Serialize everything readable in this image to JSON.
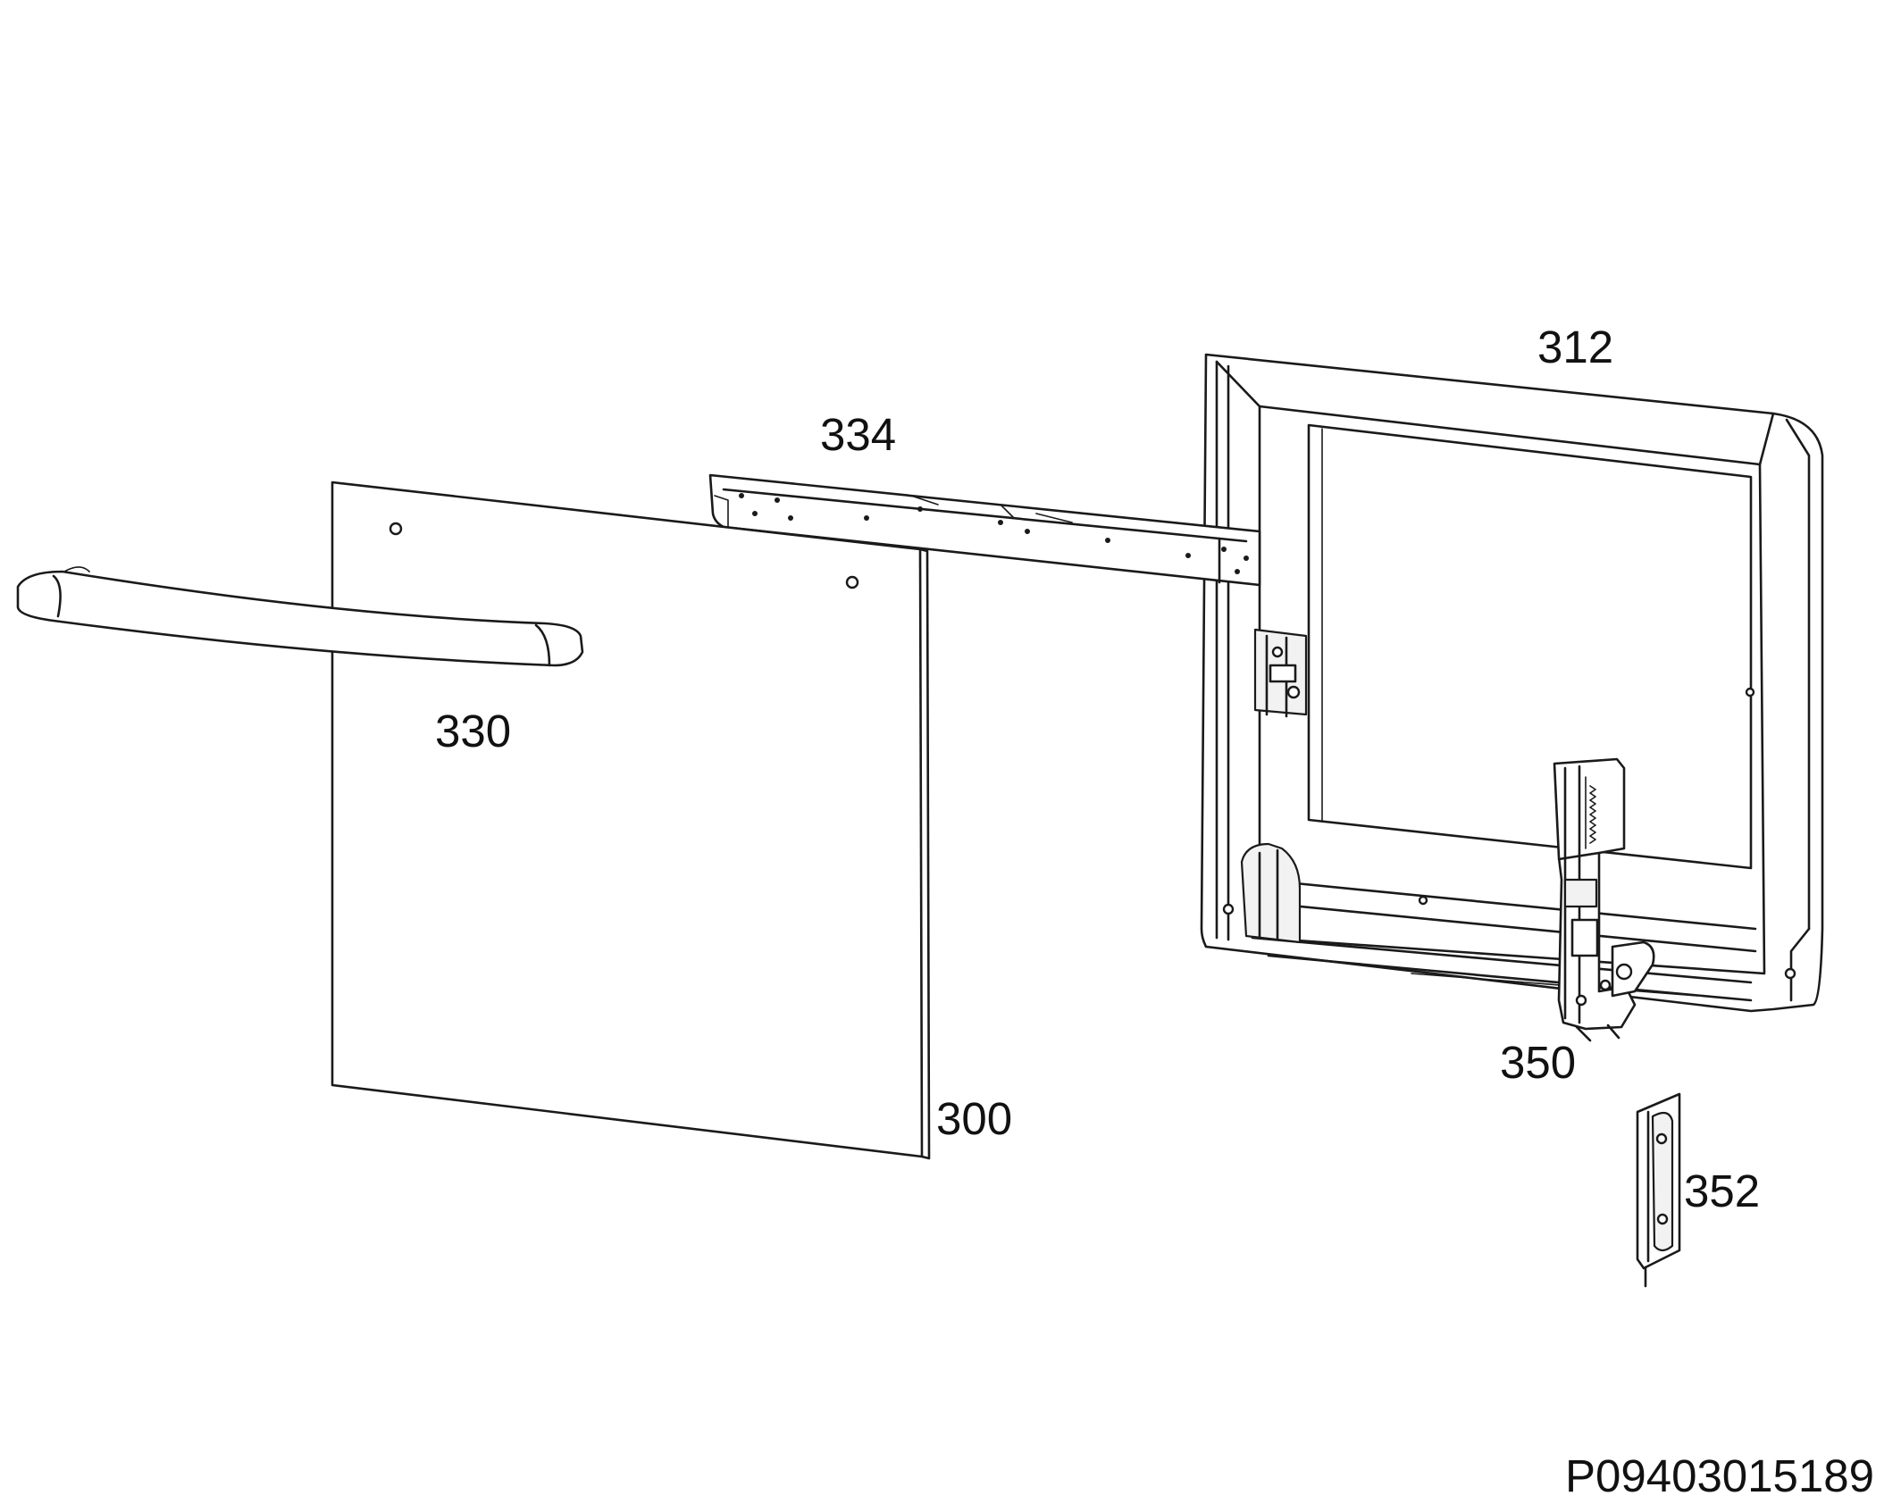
{
  "diagram": {
    "type": "exploded-parts-diagram",
    "reference_code": "P09403015189",
    "parts": [
      {
        "id": "330",
        "label": "330",
        "part": "handle"
      },
      {
        "id": "334",
        "label": "334",
        "part": "top-rail"
      },
      {
        "id": "300",
        "label": "300",
        "part": "door-panel"
      },
      {
        "id": "312",
        "label": "312",
        "part": "inner-door-frame"
      },
      {
        "id": "350",
        "label": "350",
        "part": "hinge"
      },
      {
        "id": "352",
        "label": "352",
        "part": "hinge-cover"
      }
    ]
  }
}
